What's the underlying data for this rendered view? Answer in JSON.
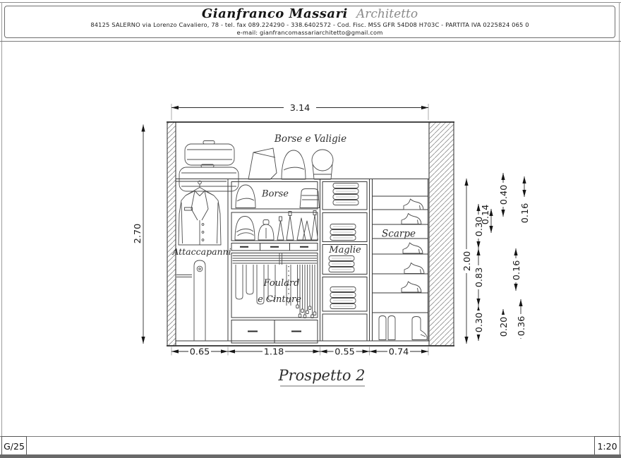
{
  "header": {
    "name": "Gianfranco Massari",
    "profession": "Architetto",
    "address": "84125 SALERNO   via Lorenzo Cavaliero, 78  -  tel. fax 089.224290 - 338.6402572 -  Cod. Fisc. MSS GFR 54D08 H703C  -  PARTITA  IVA 0225824 065 0",
    "email": "e-mail: gianfrancomassariarchitetto@gmail.com"
  },
  "drawing": {
    "title": "Prospetto 2",
    "labels": {
      "top_section": "Borse e Valigie",
      "hanging": "Attaccapanni",
      "bags": "Borse",
      "knitwear": "Maglie",
      "shoes": "Scarpe",
      "foulard_line1": "Foulard",
      "foulard_line2": "e Cinture"
    },
    "dimensions": {
      "total_width": "3.14",
      "total_height": "2.70",
      "bottom": [
        "0.65",
        "1.18",
        "0.55",
        "0.74"
      ],
      "right": [
        "2.00",
        "0.30",
        "0.83",
        "0.30",
        "0.14",
        "0.40",
        "0.16",
        "0.16",
        "0.20",
        "0.36"
      ]
    }
  },
  "footer": {
    "sheet_number": "G/25",
    "scale": "1:20"
  }
}
